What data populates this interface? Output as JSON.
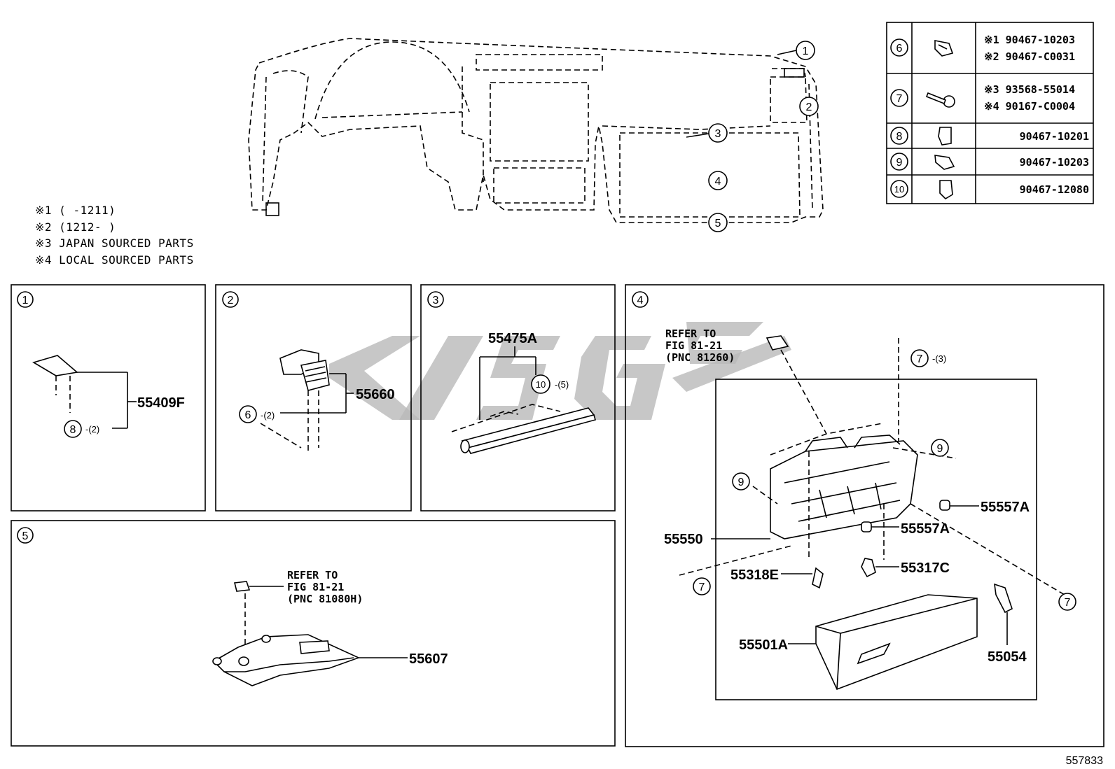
{
  "notes": [
    "※1 (   -1211)",
    "※2 (1212-   )",
    "※3 JAPAN SOURCED PARTS",
    "※4 LOCAL SOURCED PARTS"
  ],
  "overview_callouts": [
    "1",
    "2",
    "3",
    "4",
    "5"
  ],
  "fastener_table": [
    {
      "no": "6",
      "icon": "clip-icon",
      "parts": [
        "※1 90467-10203",
        "※2 90467-C0031"
      ]
    },
    {
      "no": "7",
      "icon": "screw-icon",
      "parts": [
        "※3 93568-55014",
        "※4 90167-C0004"
      ]
    },
    {
      "no": "8",
      "icon": "clip-icon",
      "parts": [
        "90467-10201"
      ]
    },
    {
      "no": "9",
      "icon": "clip-icon",
      "parts": [
        "90467-10203"
      ]
    },
    {
      "no": "10",
      "icon": "clip-icon",
      "parts": [
        "90467-12080"
      ]
    }
  ],
  "panel1": {
    "num": "1",
    "part": "55409F",
    "fastener": "8",
    "qty": "-(2)"
  },
  "panel2": {
    "num": "2",
    "part": "55660",
    "fastener": "6",
    "qty": "-(2)"
  },
  "panel3": {
    "num": "3",
    "part": "55475A",
    "fastener": "10",
    "qty": "-(5)"
  },
  "panel4": {
    "num": "4",
    "refer": [
      "REFER TO",
      "FIG 81-21",
      "(PNC 81260)"
    ],
    "fastener_top": "7",
    "qty_top": "-(3)",
    "callout_9": "9",
    "callout_7": "7",
    "parts": {
      "p55550": "55550",
      "p55557a_1": "55557A",
      "p55557a_2": "55557A",
      "p55318e": "55318E",
      "p55317c": "55317C",
      "p55501a": "55501A",
      "p55054": "55054"
    }
  },
  "panel5": {
    "num": "5",
    "refer": [
      "REFER TO",
      "FIG 81-21",
      "(PNC 81080H)"
    ],
    "part": "55607"
  },
  "figure_id": "557833"
}
